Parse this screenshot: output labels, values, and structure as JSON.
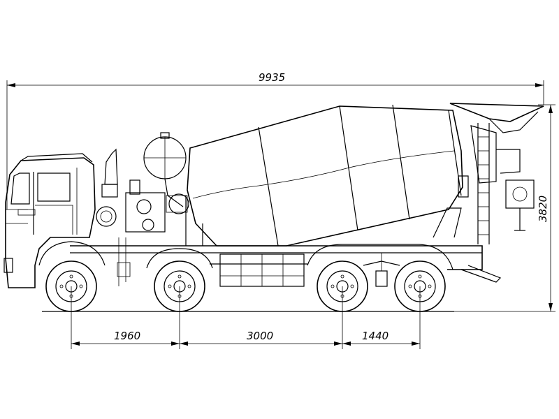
{
  "dimensions": {
    "overall_length": "9935",
    "overall_height": "3820",
    "front_to_second_axle": "1960",
    "second_to_third_axle": "3000",
    "third_to_fourth_axle": "1440"
  },
  "colors": {
    "line": "#000000",
    "background": "#ffffff"
  }
}
